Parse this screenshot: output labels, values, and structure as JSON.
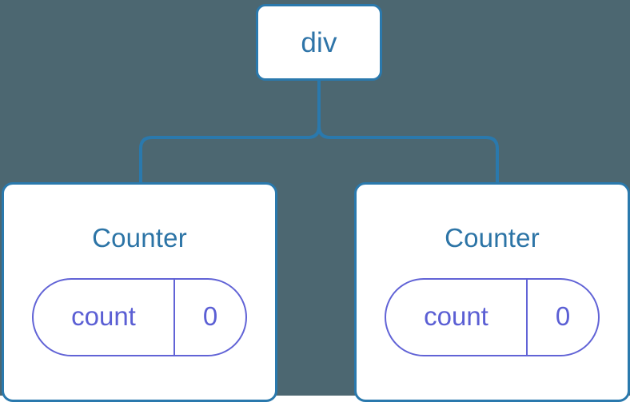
{
  "diagram": {
    "type": "component-tree",
    "background_color": "#4c6771",
    "node_border_color": "#2a79ad",
    "node_fill_color": "#ffffff",
    "node_text_color": "#2e74a8",
    "state_pill_color": "#5b5fd4",
    "connector_color": "#2a79ad",
    "root": {
      "label": "div"
    },
    "children": [
      {
        "title": "Counter",
        "state": {
          "key": "count",
          "value": "0"
        }
      },
      {
        "title": "Counter",
        "state": {
          "key": "count",
          "value": "0"
        }
      }
    ]
  }
}
